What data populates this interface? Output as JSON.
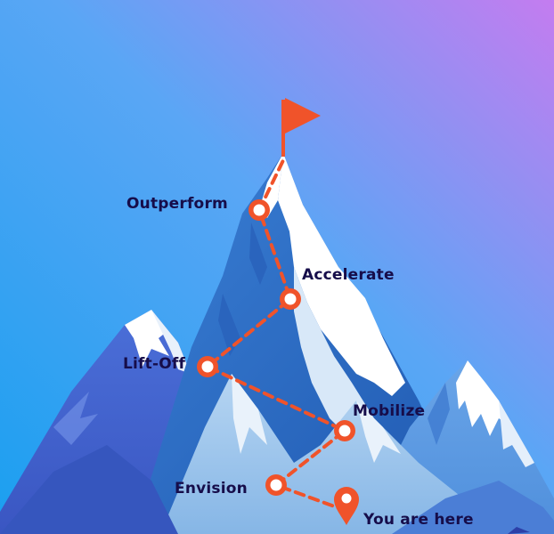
{
  "milestones": [
    {
      "label": "Outperform"
    },
    {
      "label": "Accelerate"
    },
    {
      "label": "Lift-Off"
    },
    {
      "label": "Mobilize"
    },
    {
      "label": "Envision"
    }
  ],
  "current_position": {
    "label": "You are here"
  },
  "colors": {
    "sky_top_right": "#c07ef0",
    "sky_mid": "#55a8f5",
    "sky_left": "#12a6f2",
    "path": "#f0532a",
    "marker": "#f0532a",
    "flag": "#f0532a",
    "label_text": "#160d4a",
    "snow": "#ffffff",
    "mountain_dark": "#2d6fc4",
    "mountain_light": "#9cc3ea"
  },
  "icons": [
    "summit-flag-icon",
    "milestone-marker-icon",
    "location-pin-icon"
  ]
}
